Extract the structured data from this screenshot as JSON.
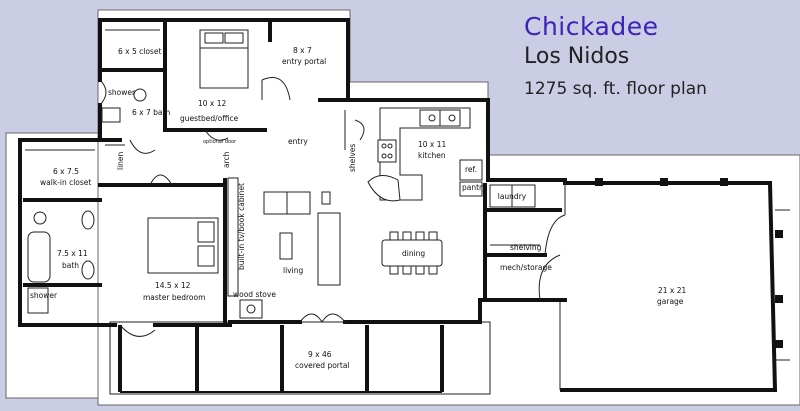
{
  "header": {
    "title": "Chickadee",
    "subtitle": "Los Nidos",
    "area": "1275 sq. ft. floor plan"
  },
  "rooms": {
    "closet_6x5": {
      "dim": "6 x 5",
      "name": "closet"
    },
    "guest": {
      "dim": "10 x 12",
      "name": "guestbed/office"
    },
    "entry_portal": {
      "dim": "8 x 7",
      "name": "entry portal"
    },
    "shower_top": "shower",
    "bath_6x7": {
      "dim": "6 x 7",
      "name": "bath"
    },
    "optional_door": "optional door",
    "entry": "entry",
    "kitchen": {
      "dim": "10 x 11",
      "name": "kitchen"
    },
    "shelves": "shelves",
    "ref": "ref.",
    "pantry": "pantry",
    "laundry": "laundry",
    "linen": "linen",
    "arch": "arch",
    "walkin": {
      "dim": "6 x 7.5",
      "name": "walk-in closet"
    },
    "bath_master": {
      "dim": "7.5 x 11",
      "name": "bath"
    },
    "shower_bottom": "shower",
    "cabinet": "built-in tv/book cabinet",
    "living": "living",
    "dining": "dining",
    "shelving": "shelving",
    "mech": "mech/storage",
    "master": {
      "dim": "14.5 x 12",
      "name": "master bedroom"
    },
    "wood_stove": "wood stove",
    "garage": {
      "dim": "21 x 21",
      "name": "garage"
    },
    "covered_portal": {
      "dim": "9 x 46",
      "name": "covered portal"
    }
  }
}
